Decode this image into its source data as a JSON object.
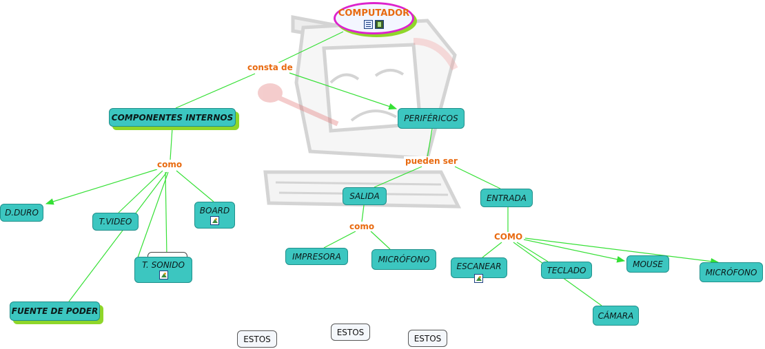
{
  "colors": {
    "node_fill": "#3cc6c0",
    "link": "#35e035",
    "phrase_text": "#e86a10",
    "root_border": "#dd22cc",
    "shadow": "#8fd62a"
  },
  "root": {
    "label": "COMPUTADOR",
    "icons": [
      "document-icon",
      "video-icon"
    ]
  },
  "phrases": {
    "consta_de": "consta de",
    "como_1": "como",
    "pueden_ser": "pueden ser",
    "como_2": "como",
    "como_3": "COMO"
  },
  "nodes": {
    "componentes_internos": "COMPONENTES INTERNOS",
    "perifericos": "PERIFÉRICOS",
    "d_duro": "D.DURO",
    "t_video": "T.VIDEO",
    "board": "BOARD",
    "t_sonido": "T. SONIDO",
    "fuente_de_poder": "FUENTE DE PODER",
    "salida": "SALIDA",
    "entrada": "ENTRADA",
    "impresora": "IMPRESORA",
    "microfono_salida": "MICRÓFONO",
    "escanear": "ESCANEAR",
    "teclado": "TECLADO",
    "mouse": "MOUSE",
    "microfono_entrada": "MICRÓFONO",
    "camara": "CÁMARA"
  },
  "footer_buttons": [
    "ESTOS",
    "ESTOS",
    "ESTOS"
  ],
  "background_image": "sick-computer-illustration"
}
